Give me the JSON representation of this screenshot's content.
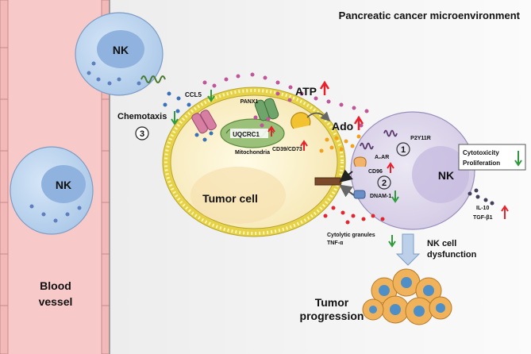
{
  "title": "Pancreatic cancer microenvironment",
  "blood_vessel": {
    "line1": "Blood",
    "line2": "vessel"
  },
  "nk_top": "NK",
  "nk_bottom": "NK",
  "nk_right": "NK",
  "chemokine": "CCL5",
  "chemotaxis": "Chemotaxis",
  "step3": "3",
  "step1": "1",
  "step2": "2",
  "panx1": "PANX1",
  "atp": "ATP",
  "ado": "Ado",
  "cd39_cd73": "CD39/CD73",
  "uqcrc1": "UQCRC1",
  "mitochondria": "Mitochondria",
  "tumor_cell": "Tumor cell",
  "p2y11r": "P2Y11R",
  "a2ar": "A₂AR",
  "cd96": "CD96",
  "dnam1": "DNAM-1",
  "outcome": {
    "line1": "Cytotoxicity",
    "line2": "Proliferation"
  },
  "il10": "IL-10",
  "tgfb1": "TGF-β1",
  "granules": {
    "line1": "Cytolytic granules",
    "line2": "TNF-α"
  },
  "dysfunction": {
    "line1": "NK cell",
    "line2": "dysfunction"
  },
  "progression": {
    "line1": "Tumor",
    "line2": "progression"
  },
  "colors": {
    "up_arrow": "#e8202a",
    "down_arrow": "#2e9a3c",
    "vessel": "#f7c9c9",
    "vessel_border": "#c58a8a",
    "nk_cell": "#b9d3ee",
    "nk_nucleus": "#8fb2de",
    "nk_right": "#d9d2e9",
    "tumor_cell": "#fbf2d0",
    "membrane": "#e6d24a",
    "mitochondria": "#9ac07a",
    "atp_dots": "#c0569a",
    "ado_dots": "#f2a11d",
    "granules": "#e0262e",
    "cluster": "#f0b25a"
  }
}
